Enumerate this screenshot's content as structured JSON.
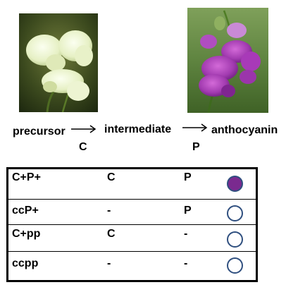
{
  "pathway": {
    "precursor": "precursor",
    "intermediate": "intermediate",
    "product": "anthocyanin",
    "gene_step1": "C",
    "gene_step2": "P"
  },
  "photos": {
    "left_flower_icon": "white-sweet-pea",
    "right_flower_icon": "purple-sweet-pea"
  },
  "table": {
    "rows": [
      {
        "genotype": "C+P+",
        "c": "C",
        "p": "P",
        "phenotype": "purple",
        "color": "#7a2a8f"
      },
      {
        "genotype": "ccP+",
        "c": "-",
        "p": "P",
        "phenotype": "white",
        "color": "#ffffff"
      },
      {
        "genotype": "C+pp",
        "c": "C",
        "p": "-",
        "phenotype": "white",
        "color": "#ffffff"
      },
      {
        "genotype": "ccpp",
        "c": "-",
        "p": "-",
        "phenotype": "white",
        "color": "#ffffff"
      }
    ]
  }
}
